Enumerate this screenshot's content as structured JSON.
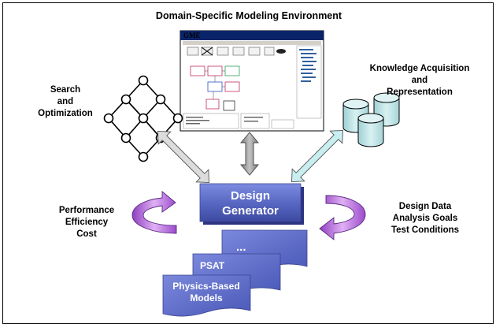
{
  "title": "Domain-Specific Modeling Environment",
  "screenshot": {
    "app_label": "GME"
  },
  "search": {
    "line1": "Search",
    "line2": "and",
    "line3": "Optimization"
  },
  "knowledge": {
    "line1": "Knowledge Acquisition",
    "line2": "and",
    "line3": "Representation"
  },
  "generator": {
    "line1": "Design",
    "line2": "Generator"
  },
  "performance": {
    "line1": "Performance",
    "line2": "Efficiency",
    "line3": "Cost"
  },
  "design_data": {
    "line1": "Design Data",
    "line2": "Analysis Goals",
    "line3": "Test Conditions"
  },
  "documents": {
    "ellipsis": "...",
    "psat": "PSAT",
    "physics_line1": "Physics-Based",
    "physics_line2": "Models"
  },
  "colors": {
    "generator_blue": "#5565c0",
    "document_blue": "#6070cc",
    "cylinder_teal": "#bfe3e6",
    "arrow_light_blue": "#c8eef0",
    "arrow_gray": "#9a9a9a",
    "arrow_light_gray": "#dcdcdc",
    "cycle_purple": "#b070d8"
  }
}
